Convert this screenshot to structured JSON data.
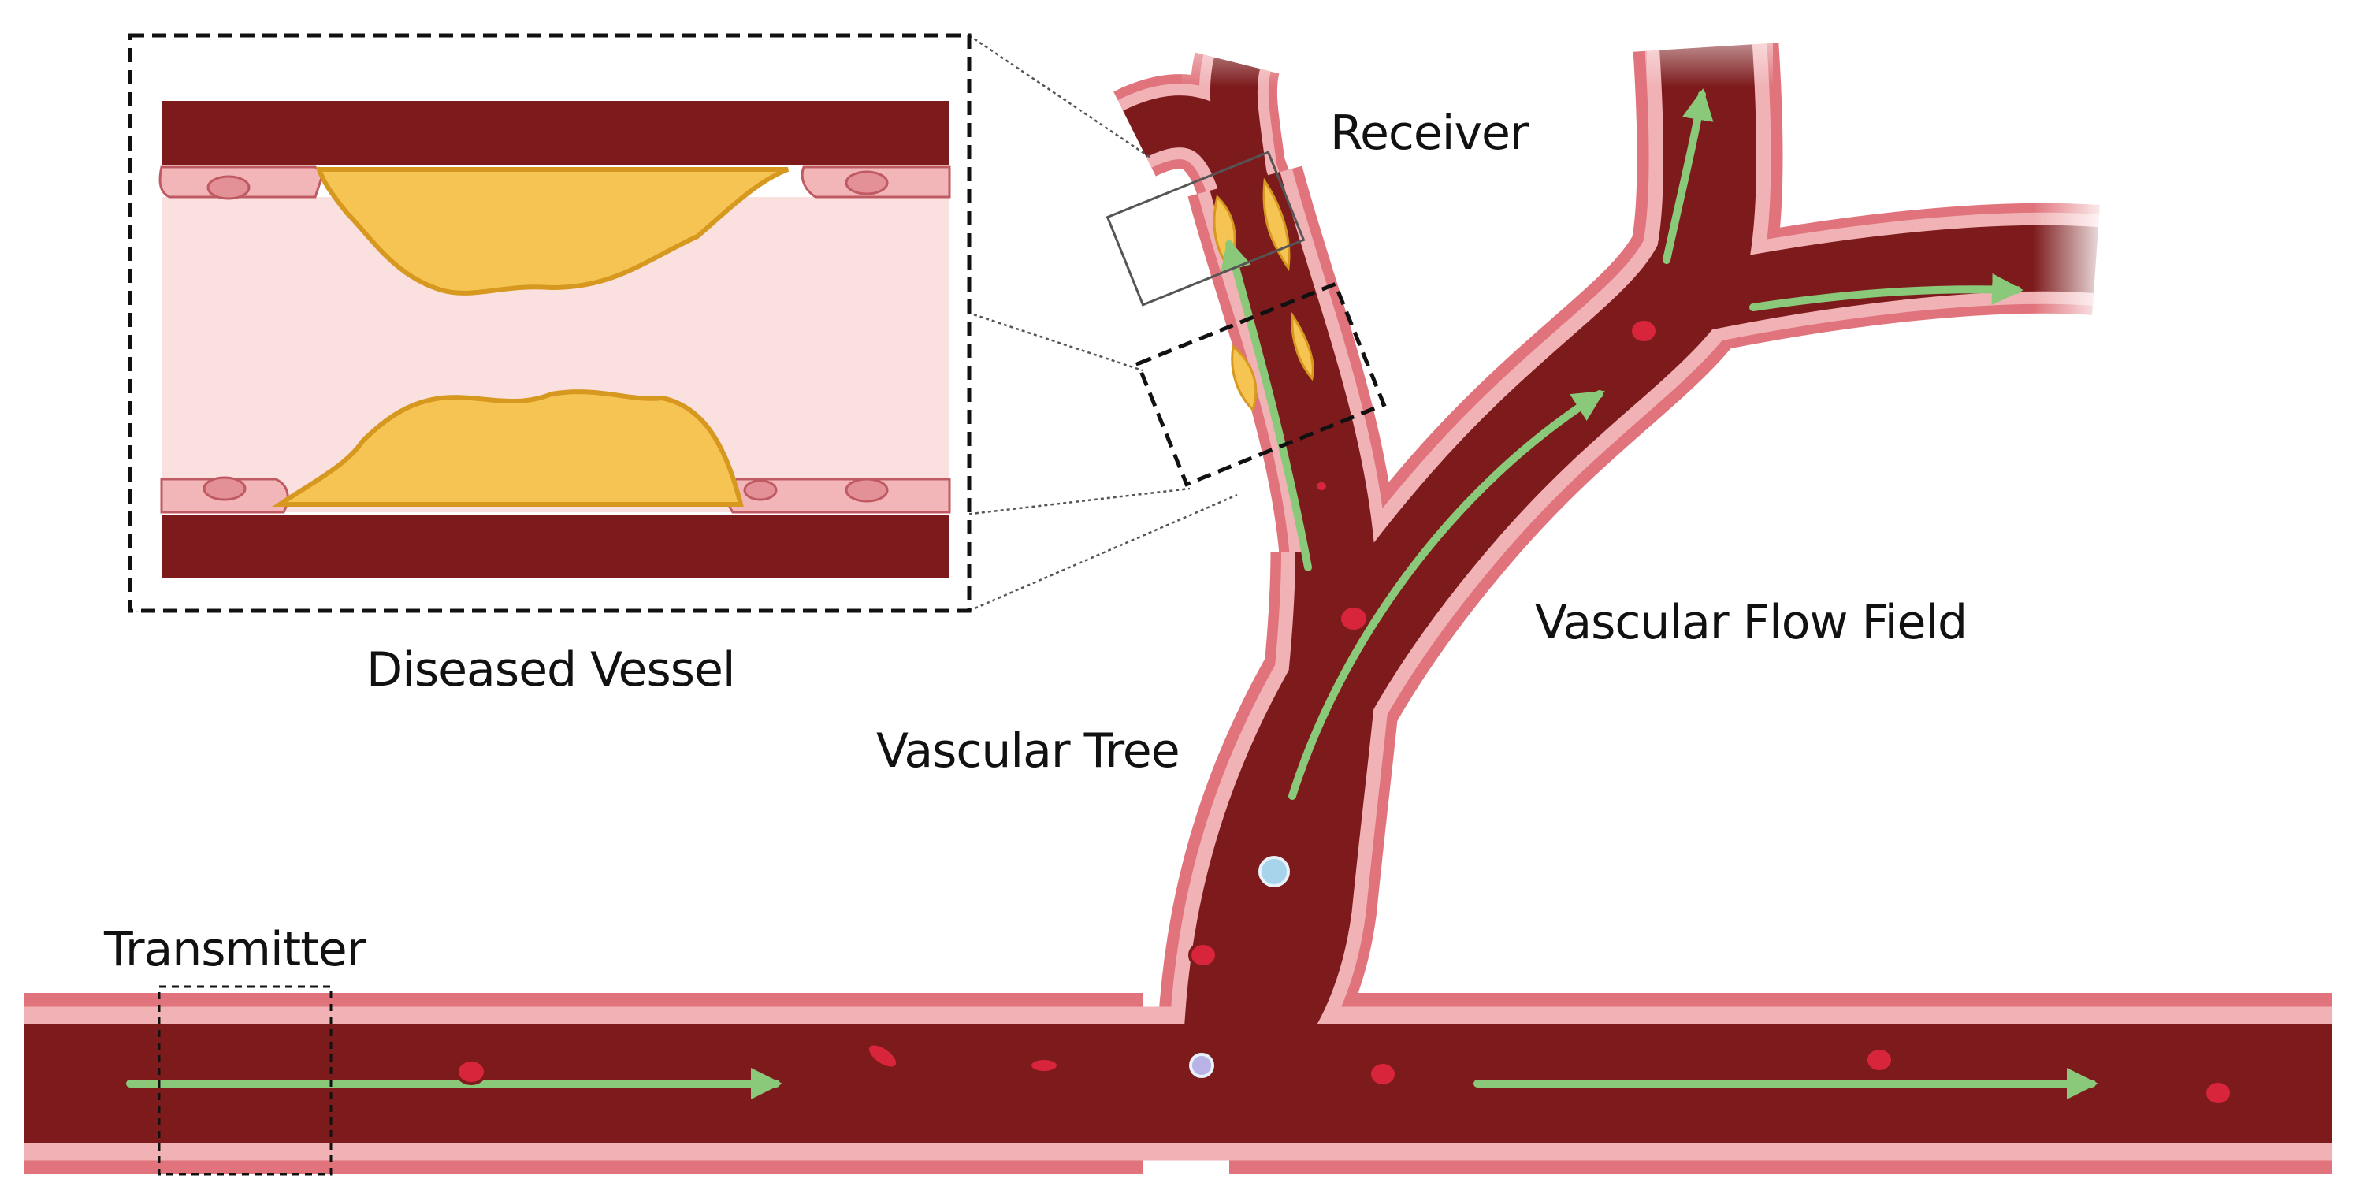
{
  "labels": {
    "receiver": "Receiver",
    "diseased_vessel": "Diseased Vessel",
    "vascular_flow_field": "Vascular Flow Field",
    "vascular_tree": "Vascular Tree",
    "transmitter": "Transmitter"
  },
  "colors": {
    "vessel_wall": "#e0737b",
    "wall_inner_light": "#f1b2b5",
    "lumen": "#7d1a1c",
    "flow_arrow": "#8bc97a",
    "plaque": "#f5c453",
    "plaque_edge": "#d6981e",
    "red_cell": "#d8253b",
    "white_cell_blue": "#a7d4ea",
    "white_cell_purple": "#b9b2e6",
    "endothelium": "#f2b6b9",
    "inset_background": "#fbe0e0"
  }
}
